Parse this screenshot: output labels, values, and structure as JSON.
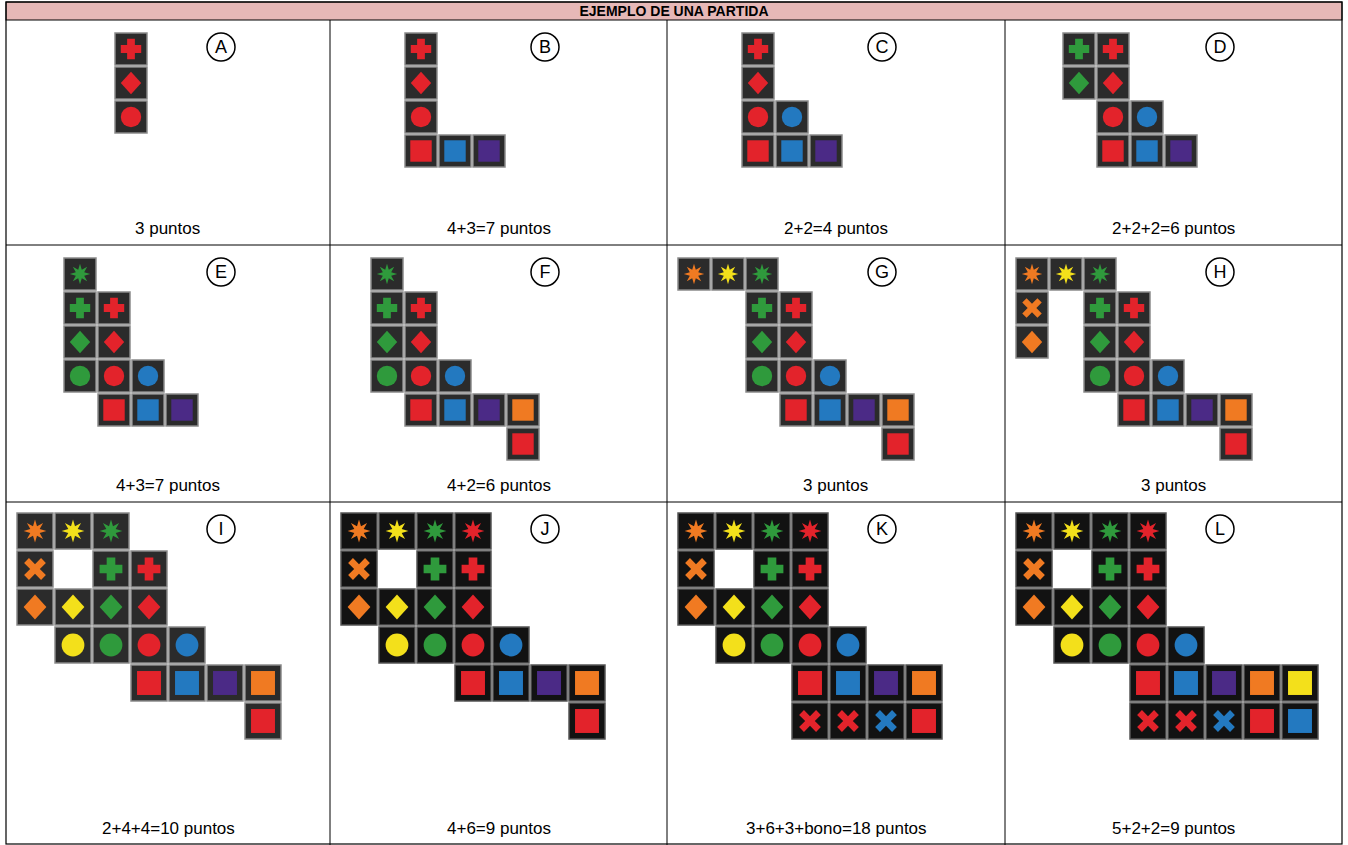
{
  "diagram": {
    "title": "EJEMPLO DE UNA PARTIDA",
    "nodes": [
      {
        "text": [
          "A"
        ]
      },
      {
        "text": [
          "B"
        ]
      },
      {
        "text": [
          "C"
        ]
      },
      {
        "text": [
          "D"
        ]
      },
      {
        "text": [
          "E"
        ]
      },
      {
        "text": [
          "F"
        ]
      },
      {
        "text": [
          "G"
        ]
      },
      {
        "text": [
          "H"
        ]
      },
      {
        "text": [
          "I"
        ]
      },
      {
        "text": [
          "J"
        ]
      },
      {
        "text": [
          "K"
        ]
      },
      {
        "text": [
          "L"
        ]
      }
    ],
    "labels": [
      "3 puntos",
      "4+3=7 puntos",
      "2+2=4 puntos",
      "2+2+2=6 puntos",
      "4+3=7 puntos",
      "4+2=6 puntos",
      "3 puntos",
      "3 puntos",
      "2+4+4=10 puntos",
      "4+6=9 puntos",
      "3+6+3+bono=18 puntos",
      "5+2+2=9 puntos"
    ]
  }
}
